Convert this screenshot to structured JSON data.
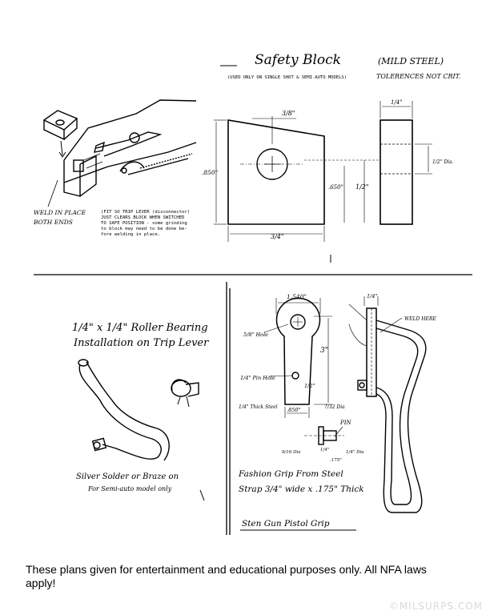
{
  "safety_block": {
    "title": "Safety Block",
    "material": "(MILD STEEL)",
    "tolerance": "TOLERENCES NOT CRIT.",
    "usage": "(USED ONLY ON SINGLE SHOT & SEMI-AUTO MODELS)",
    "dim_hole_offset": "3/8\"",
    "dim_height": ".850\"",
    "dim_hole_height": ".650\"",
    "dim_half": "1/2\"",
    "dim_width": "3/4\"",
    "dim_thickness": "1/4\"",
    "dim_side_hole": "1/2\" Dia.",
    "weld_note_1": "WELD IN PLACE",
    "weld_note_2": "BOTH ENDS",
    "fit_note": [
      "(FIT SO TRIP LEVER (disconnector)",
      "JUST CLEARS BLOCK WHEN SWITCHED",
      "TO SAFE POSITION - some grinding",
      "to block may need to be done be-",
      "fore welding in place."
    ]
  },
  "roller": {
    "title_1": "1/4\" x 1/4\" Roller Bearing",
    "title_2": "Installation on Trip Lever",
    "note_1": "Silver Solder or Braze on",
    "note_2": "For Semi-auto model only"
  },
  "grip": {
    "dim_width": "1.540\"",
    "dim_hole": "5/8\" Hole",
    "dim_length": "3\"",
    "pin_hole": "1/4\" Pin Hole",
    "dim_half": "1/2\"",
    "thick": "1/4\" Thick Steel",
    "dim_850": ".850\"",
    "dim_small": "7/32 Dia",
    "pin": "PIN",
    "dim_916": "9/16 Dia",
    "dim_quarter": "1/4\"",
    "dim_14dia": "1/4\" Dia",
    "dim_175": ".175\"",
    "top_thick": "1/4\"",
    "weld_here": "WELD HERE",
    "fashion_1": "Fashion Grip From Steel",
    "fashion_2": "Strap 3/4\" wide x .175\" Thick",
    "caption": "Sten Gun Pistol Grip"
  },
  "disclaimer": "These plans given for entertainment and educational purposes only. All NFA laws apply!",
  "watermark": "©MILSURPS.COM"
}
